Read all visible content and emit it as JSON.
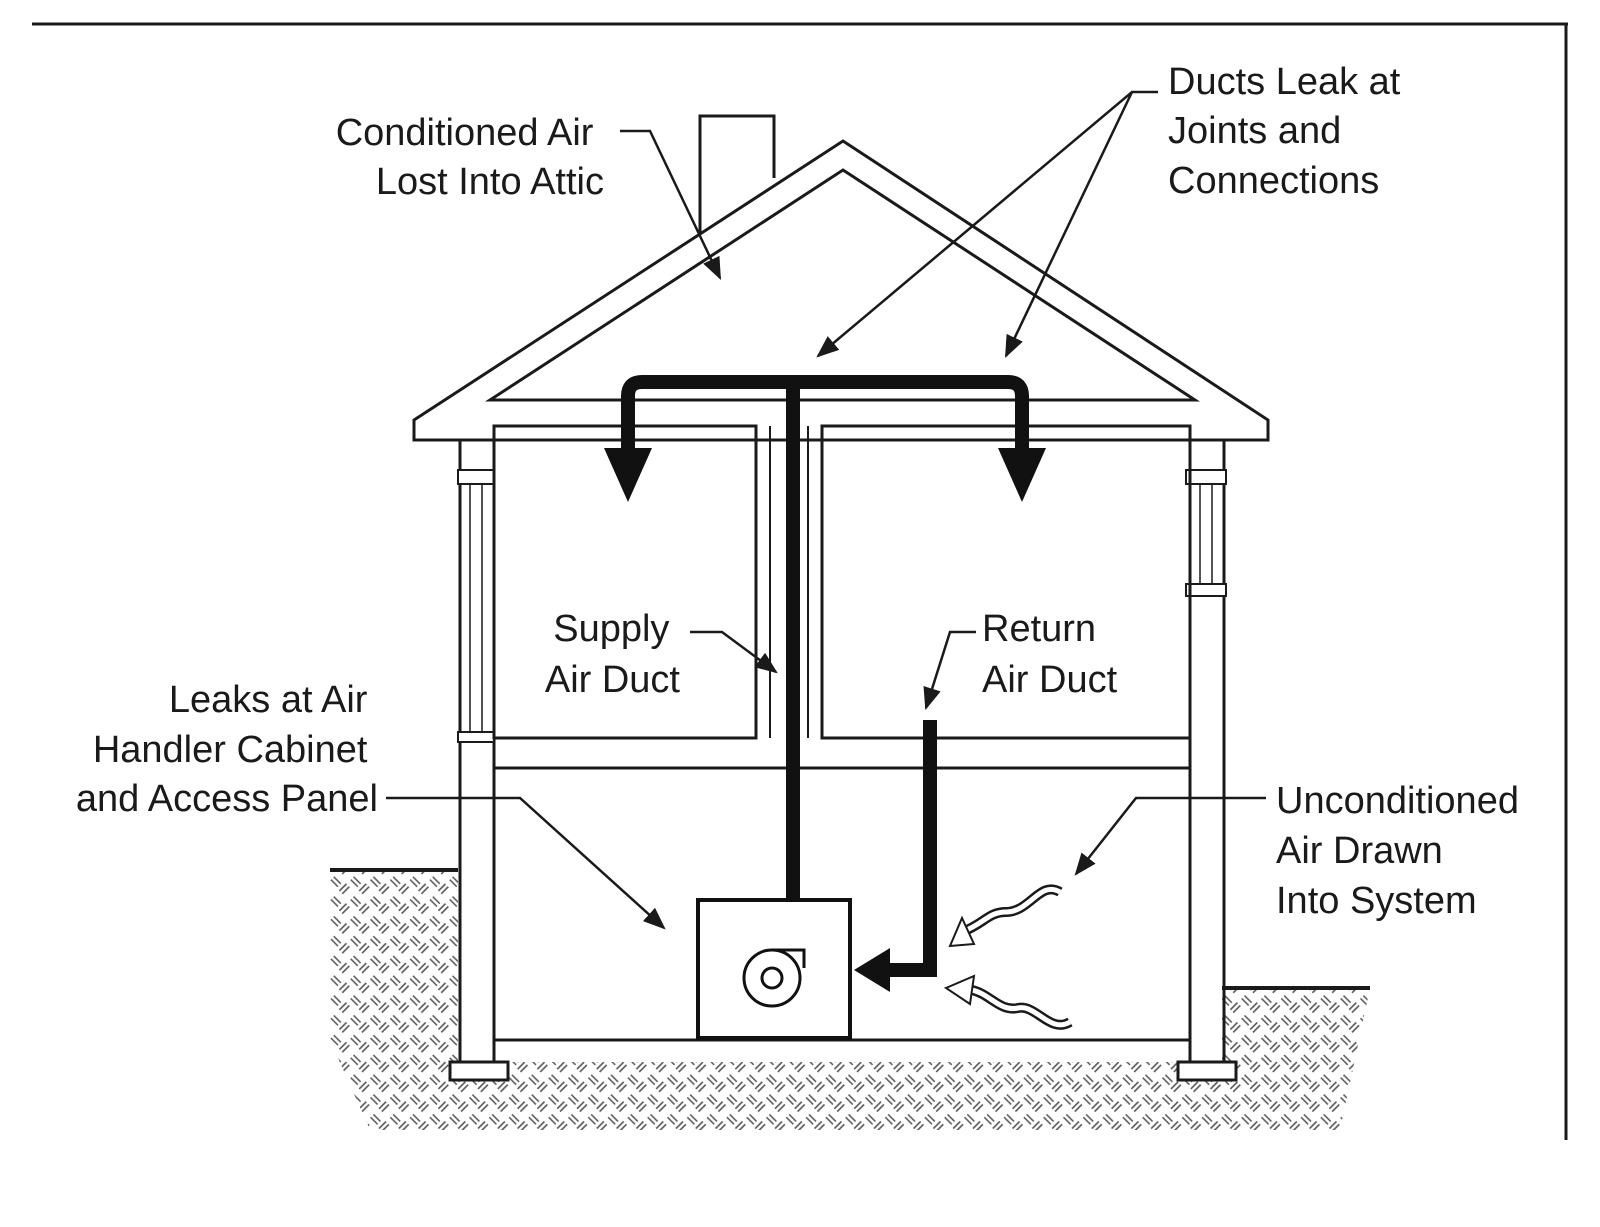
{
  "labels": {
    "attic_loss": [
      "Conditioned Air",
      "Lost Into Attic"
    ],
    "duct_leaks": [
      "Ducts Leak  at",
      "Joints and",
      "Connections"
    ],
    "supply_duct": [
      "Supply",
      "Air Duct"
    ],
    "return_duct": [
      "Return",
      "Air Duct"
    ],
    "air_handler_leaks": [
      "Leaks at Air",
      "Handler Cabinet",
      "and Access Panel"
    ],
    "unconditioned_air": [
      "Unconditioned",
      "Air Drawn",
      "Into System"
    ]
  }
}
